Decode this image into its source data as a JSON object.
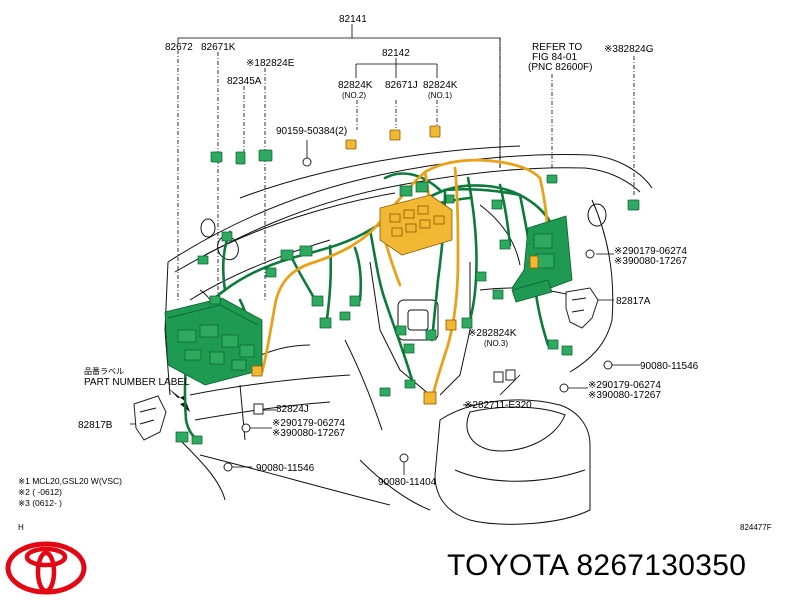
{
  "callouts": {
    "c82141": "82141",
    "c82672": "82672",
    "c82671K": "82671K",
    "c82824E": "※182824E",
    "c82345A": "82345A",
    "c82142": "82142",
    "c82824K_no2": "82824K",
    "no2": "(NO.2)",
    "c82671J": "82671J",
    "c82824K_no1": "82824K",
    "no1": "(NO.1)",
    "refer1": "REFER TO",
    "refer2": "FIG 84-01",
    "refer3": "(PNC 82600F)",
    "c82824G": "※382824G",
    "c9015950384": "90159-50384(2)",
    "c9017906274_a": "※290179-06274",
    "c9008017267_a": "※390080-17267",
    "c82817A": "82817A",
    "c82824K_no3": "※282824K",
    "no3": "(NO.3)",
    "c9008011546_r": "90080-11546",
    "c9017906274_b": "※290179-06274",
    "c9008017267_b": "※390080-17267",
    "c82711E320": "※282711-E320",
    "c82824J": "82824J",
    "c9017906274_c": "※290179-06274",
    "c9008017267_c": "※390080-17267",
    "c9008011546_l": "90080-11546",
    "c9008011404": "90080-11404",
    "c82817B": "82817B",
    "jp_label": "品番ラベル",
    "part_number_label": "PART NUMBER LABEL",
    "note1": "※1  MCL20,GSL20 W(VSC)",
    "note2": "※2  (      -0612)",
    "note3": "※3  (0612-      )",
    "corner_h": "H",
    "fig_code": "824477F"
  },
  "brand_text": "TOYOTA 8267130350",
  "colors": {
    "harness_main": "#0c7a3a",
    "harness_sub": "#e8a21a",
    "logo": "#e30613",
    "line": "#000000"
  }
}
